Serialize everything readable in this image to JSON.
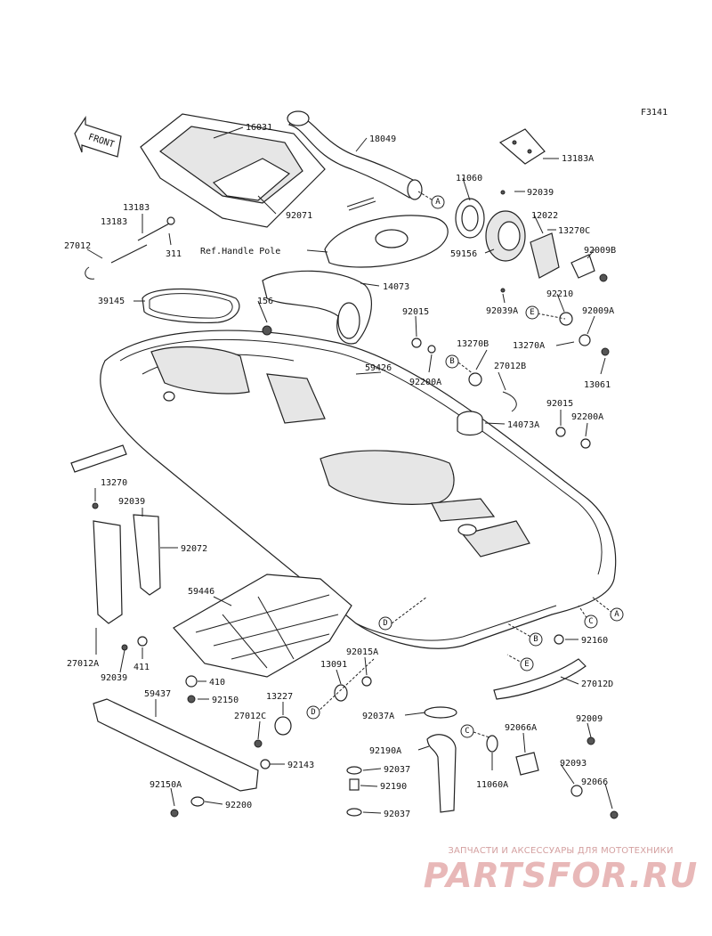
{
  "figure_code": "F3141",
  "front_label": "FRONT",
  "watermark": {
    "caption": "ЗАПЧАСТИ И АКСЕССУАРЫ ДЛЯ МОТОТЕХНИКИ",
    "logo": "PARTSFOR.RU"
  },
  "labels": {
    "l16031": "16031",
    "l18049": "18049",
    "l13183A": "13183A",
    "l11060": "11060",
    "l92039_t": "92039",
    "l12022": "12022",
    "l13270C": "13270C",
    "l13183_a": "13183",
    "l13183_b": "13183",
    "l27012": "27012",
    "l311": "311",
    "l92071": "92071",
    "lRefHandle": "Ref.Handle Pole",
    "l59156": "59156",
    "l92009B": "92009B",
    "l39145": "39145",
    "l156": "156",
    "l14073": "14073",
    "l92210": "92210",
    "l92015_a": "92015",
    "l92039A": "92039A",
    "l92009A": "92009A",
    "l13270B": "13270B",
    "l13270A": "13270A",
    "l59426": "59426",
    "l92200A_a": "92200A",
    "l27012B": "27012B",
    "l13061": "13061",
    "l92015_b": "92015",
    "l92200A_b": "92200A",
    "l14073A": "14073A",
    "l13270": "13270",
    "l92039_m": "92039",
    "l92072": "92072",
    "l59446": "59446",
    "l92160": "92160",
    "l27012A": "27012A",
    "l411": "411",
    "l92039_b": "92039",
    "l410": "410",
    "l92015A": "92015A",
    "l13091": "13091",
    "l27012D": "27012D",
    "l59437": "59437",
    "l92150": "92150",
    "l13227": "13227",
    "l27012C": "27012C",
    "l92037A": "92037A",
    "l92009": "92009",
    "l92066A": "92066A",
    "l92190A": "92190A",
    "l92037_a": "92037",
    "l92143": "92143",
    "l11060A": "11060A",
    "l92093": "92093",
    "l92190": "92190",
    "l92066": "92066",
    "l92150A": "92150A",
    "l92200": "92200",
    "l92037_b": "92037"
  },
  "callouts": {
    "A1": "A",
    "A2": "A",
    "B1": "B",
    "B2": "B",
    "C1": "C",
    "C2": "C",
    "D1": "D",
    "D2": "D",
    "E1": "E",
    "E2": "E"
  }
}
